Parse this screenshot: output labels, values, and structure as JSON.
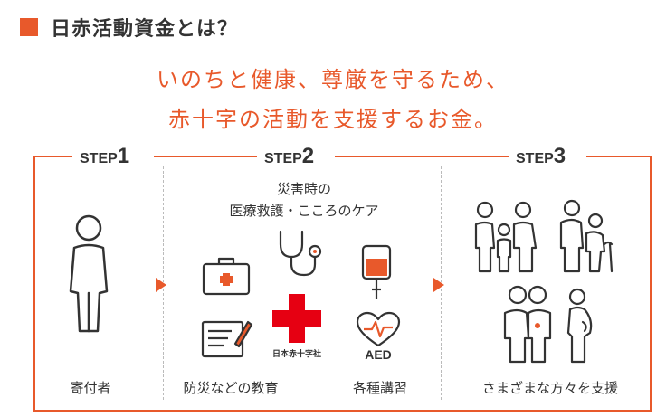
{
  "heading": {
    "title": "日赤活動資金とは？"
  },
  "lead": {
    "line1": "いのちと健康、尊厳を守るため、",
    "line2": "赤十字の活動を支援するお金。"
  },
  "steps": [
    {
      "word": "STEP",
      "num": "1",
      "caption": "寄付者"
    },
    {
      "word": "STEP",
      "num": "2",
      "subtitle_line1": "災害時の",
      "subtitle_line2": "医療救護・こころのケア",
      "captions": [
        "防災などの教育",
        "各種講習"
      ]
    },
    {
      "word": "STEP",
      "num": "3",
      "caption": "さまざまな方々を支援"
    }
  ],
  "icons": {
    "aed_label": "AED",
    "redcross_label": "日本赤十字社"
  },
  "colors": {
    "accent": "#e8592b",
    "text": "#333333",
    "redcross": "#e60012"
  }
}
